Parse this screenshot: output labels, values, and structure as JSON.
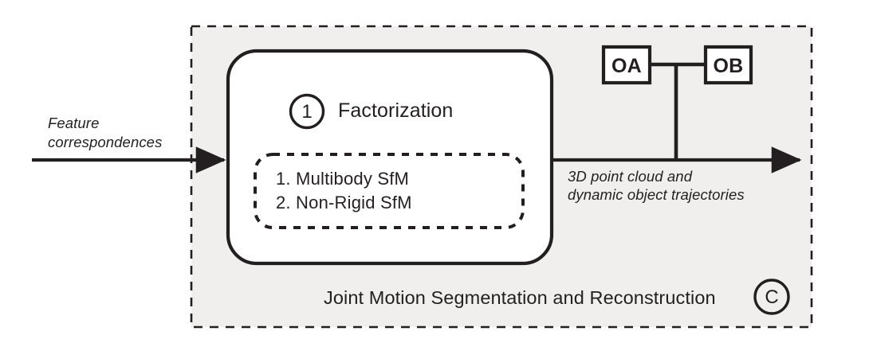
{
  "diagram": {
    "type": "block-flow-diagram",
    "colors": {
      "background": "#ffffff",
      "container_fill": "#f0efee",
      "stroke": "#231f20",
      "node_fill": "#ffffff",
      "text": "#231f20"
    },
    "input": {
      "label_line1": "Feature",
      "label_line2": "correspondences",
      "arrow": "input-arrow"
    },
    "container": {
      "name": "joint-motion-container",
      "label": "Joint Motion Segmentation and Reconstruction",
      "badge": "C",
      "border_style": "dashed"
    },
    "stage": {
      "badge": "1",
      "title": "Factorization",
      "methods": [
        "1. Multibody SfM",
        "2. Non-Rigid SfM"
      ]
    },
    "objects": [
      {
        "id": "OA",
        "label": "OA"
      },
      {
        "id": "OB",
        "label": "OB"
      }
    ],
    "output": {
      "label_line1": "3D point cloud and",
      "label_line2": "dynamic object trajectories",
      "arrow": "output-arrow"
    }
  }
}
